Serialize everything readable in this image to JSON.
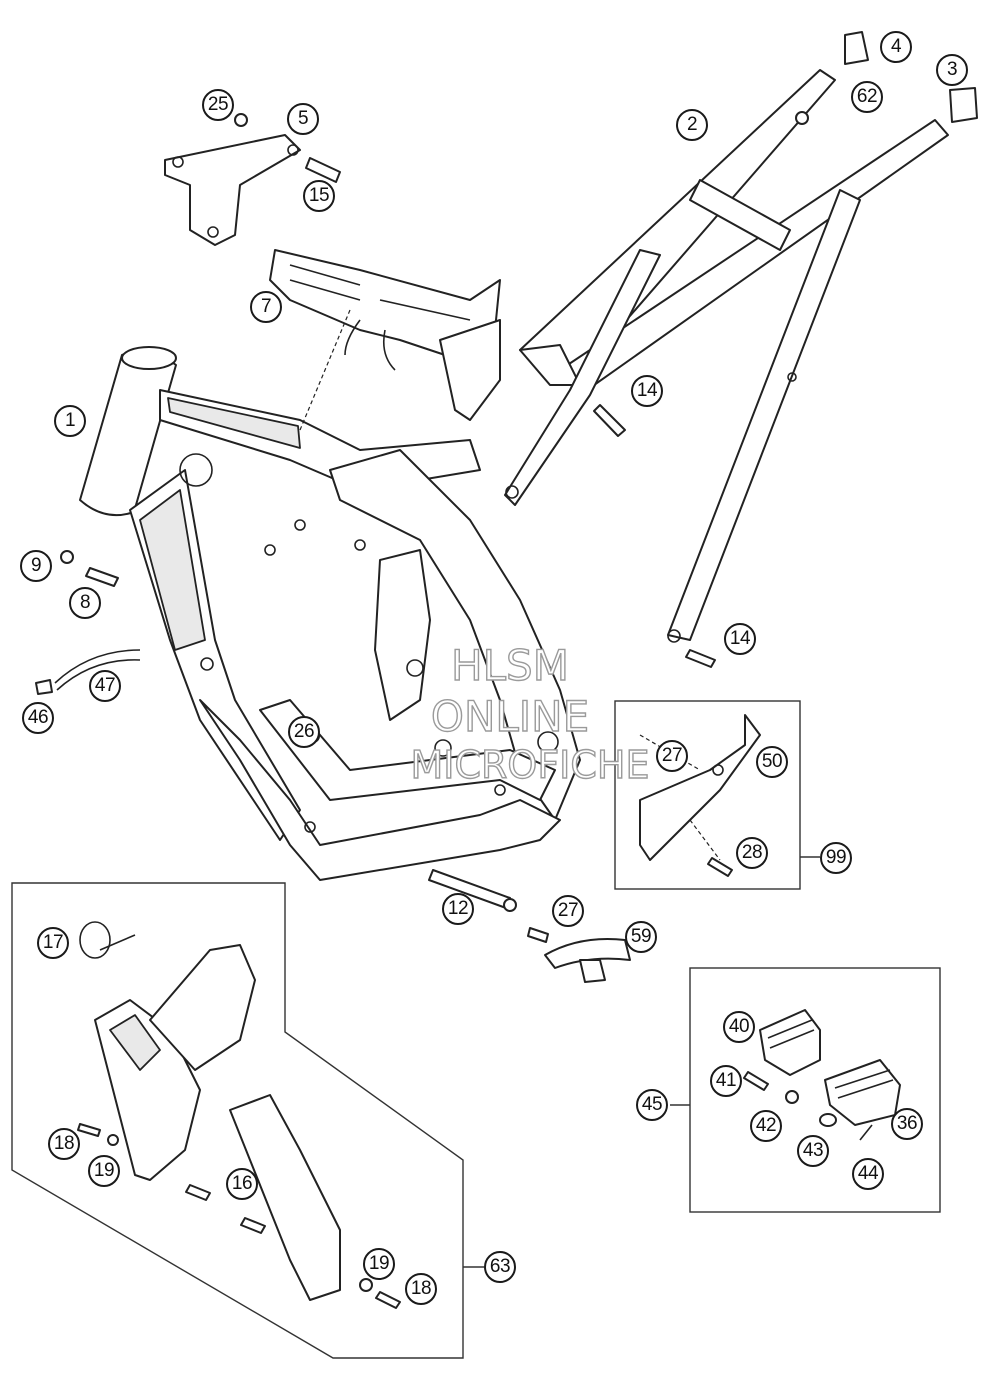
{
  "watermark": {
    "line1": "HLSM",
    "line2": "ONLINE",
    "line3": "MICROFICHE"
  },
  "callouts": [
    "1",
    "2",
    "3",
    "4",
    "5",
    "7",
    "8",
    "9",
    "12",
    "14",
    "14",
    "15",
    "16",
    "17",
    "18",
    "18",
    "19",
    "19",
    "25",
    "26",
    "27",
    "27",
    "28",
    "36",
    "40",
    "41",
    "42",
    "43",
    "44",
    "45",
    "46",
    "47",
    "50",
    "59",
    "62",
    "63",
    "99"
  ]
}
